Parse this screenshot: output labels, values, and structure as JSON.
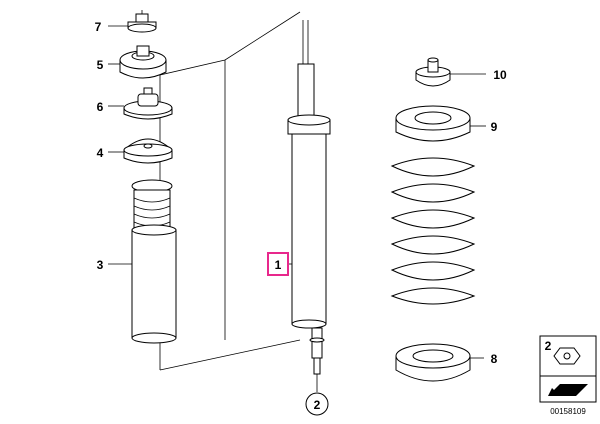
{
  "colors": {
    "highlight": "#e8288c",
    "ink": "#000000",
    "paper": "#ffffff"
  },
  "callouts": [
    {
      "id": "7",
      "label": "7"
    },
    {
      "id": "5",
      "label": "5"
    },
    {
      "id": "6",
      "label": "6"
    },
    {
      "id": "4",
      "label": "4"
    },
    {
      "id": "3",
      "label": "3"
    },
    {
      "id": "1",
      "label": "1"
    },
    {
      "id": "2",
      "label": "2"
    },
    {
      "id": "10",
      "label": "10"
    },
    {
      "id": "9",
      "label": "9"
    },
    {
      "id": "8",
      "label": "8"
    }
  ],
  "legend_box": {
    "label": "2",
    "icon": "nut-icon"
  },
  "arrow_icon": "arrow-icon",
  "diagram_code": "00158109"
}
